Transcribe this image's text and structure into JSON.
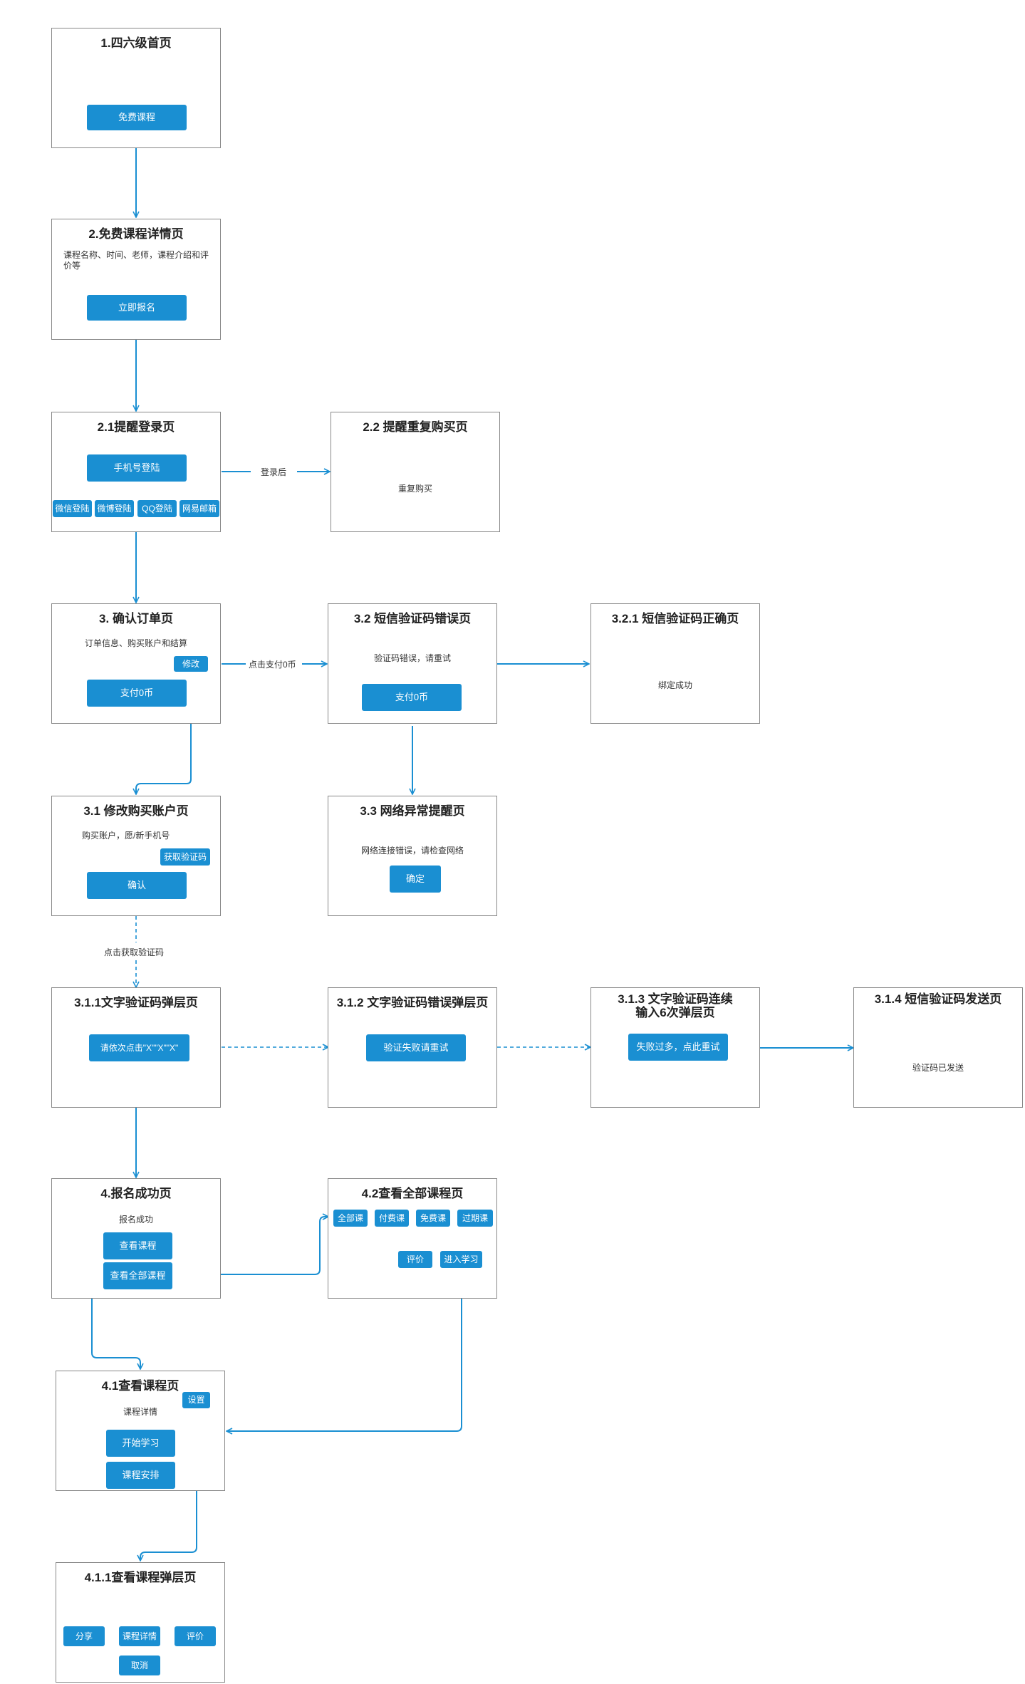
{
  "colors": {
    "accent": "#1a8fd2",
    "border": "#888888",
    "line": "#1a8fd2"
  },
  "nodes": {
    "n1": {
      "title": "1.四六级首页",
      "btn1": "免费课程"
    },
    "n2": {
      "title": "2.免费课程详情页",
      "desc": "课程名称、时间、老师，课程介绍和评价等",
      "btn1": "立即报名"
    },
    "n21": {
      "title": "2.1提醒登录页",
      "btn1": "手机号登陆",
      "btn_wx": "微信登陆",
      "btn_wb": "微博登陆",
      "btn_qq": "QQ登陆",
      "btn_163": "网易邮箱"
    },
    "n22": {
      "title": "2.2 提醒重复购买页",
      "desc": "重复购买"
    },
    "n3": {
      "title": "3. 确认订单页",
      "desc": "订单信息、购买账户和结算",
      "btn_edit": "修改",
      "btn1": "支付0币"
    },
    "n32": {
      "title": "3.2 短信验证码错误页",
      "desc": "验证码错误，请重试",
      "btn1": "支付0币"
    },
    "n321": {
      "title": "3.2.1 短信验证码正确页",
      "desc": "绑定成功"
    },
    "n31": {
      "title": "3.1 修改购买账户页",
      "desc": "购买账户，愿/新手机号",
      "btn_code": "获取验证码",
      "btn1": "确认"
    },
    "n33": {
      "title": "3.3 网络异常提醒页",
      "desc": "网络连接错误，请检查网络",
      "btn1": "确定"
    },
    "n311": {
      "title": "3.1.1文字验证码弹层页",
      "btn1": "请依次点击\"X\"\"X\"\"X\""
    },
    "n312": {
      "title": "3.1.2 文字验证码错误弹层页",
      "btn1": "验证失败请重试"
    },
    "n313": {
      "title": "3.1.3 文字验证码连续\n输入6次弹层页",
      "btn1": "失败过多，点此重试"
    },
    "n314": {
      "title": "3.1.4 短信验证码发送页",
      "desc": "验证码已发送"
    },
    "n4": {
      "title": "4.报名成功页",
      "desc": "报名成功",
      "btn1": "查看课程",
      "btn2": "查看全部课程"
    },
    "n42": {
      "title": "4.2查看全部课程页",
      "tab_all": "全部课",
      "tab_paid": "付费课",
      "tab_free": "免费课",
      "tab_expired": "过期课",
      "btn_review": "评价",
      "btn_study": "进入学习"
    },
    "n41": {
      "title": "4.1查看课程页",
      "desc": "课程详情",
      "btn_settings": "设置",
      "btn1": "开始学习",
      "btn2": "课程安排"
    },
    "n411": {
      "title": "4.1.1查看课程弹层页",
      "btn_share": "分享",
      "btn_detail": "课程详情",
      "btn_review": "评价",
      "btn_cancel": "取消"
    }
  },
  "edges": {
    "after_login": "登录后",
    "click_pay": "点击支付0币",
    "click_get_code": "点击获取验证码"
  }
}
